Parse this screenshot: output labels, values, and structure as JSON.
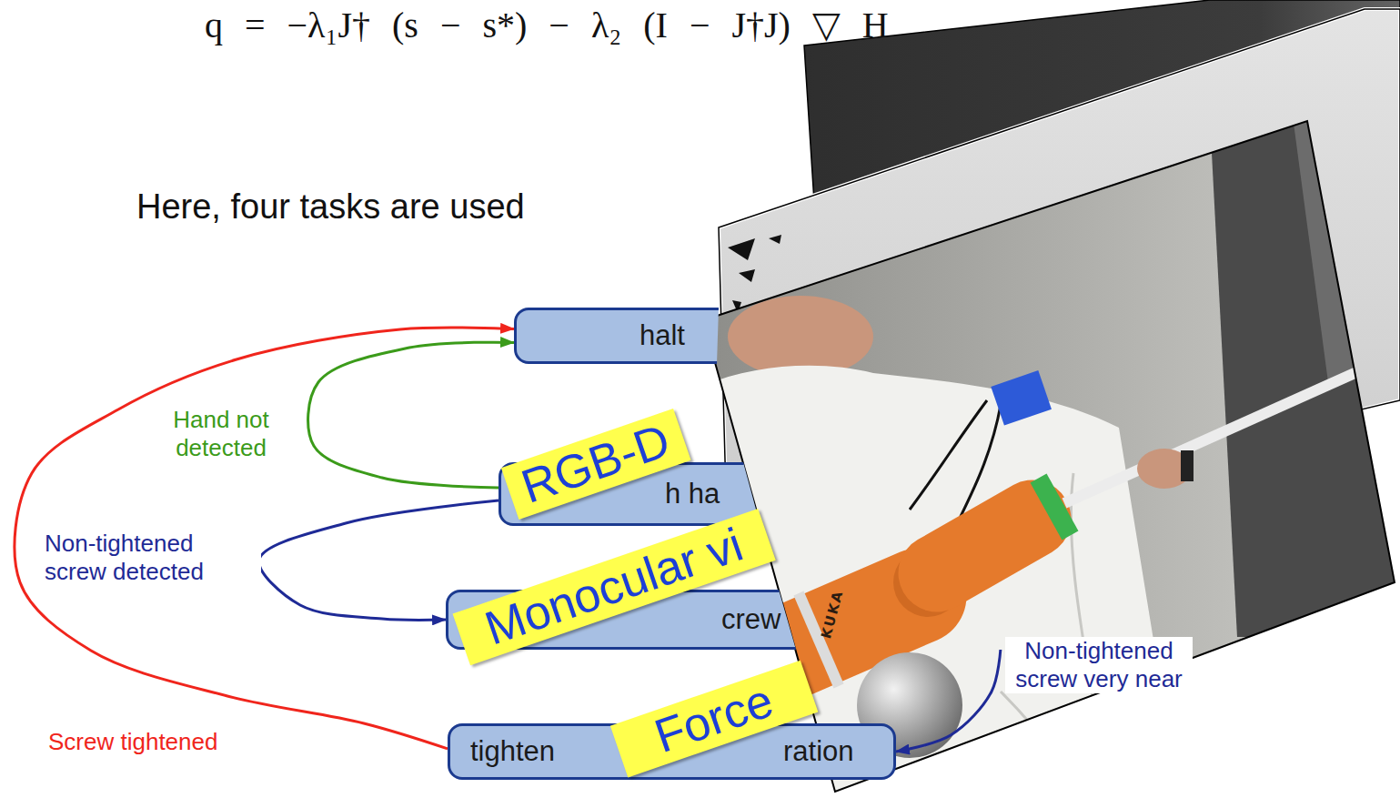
{
  "diagram": {
    "nodes": [
      {
        "text": [
          "halt"
        ]
      },
      {
        "text": [
          "h ha"
        ]
      },
      {
        "text": [
          "crew"
        ]
      },
      {
        "text": [
          "tighten",
          "ration"
        ]
      }
    ],
    "edges": [
      {
        "from": 1,
        "to": 0,
        "arrow": "to",
        "label": "Hand not detected"
      },
      {
        "from": 1,
        "to": 2,
        "arrow": "to",
        "label": "Non-tightened screw detected"
      },
      {
        "from": 2,
        "to": 3,
        "arrow": "to",
        "label": "Non-tightened screw very near"
      },
      {
        "from": 3,
        "to": 0,
        "arrow": "to",
        "label": "Screw tightened"
      }
    ],
    "labels": [
      "q = −λ₁J† (s − s*) − λ₂ (I − J†J) ▽ H",
      "Here, four tasks are used",
      "RGB-D",
      "Monocular vi",
      "Force",
      "KUKA"
    ]
  }
}
